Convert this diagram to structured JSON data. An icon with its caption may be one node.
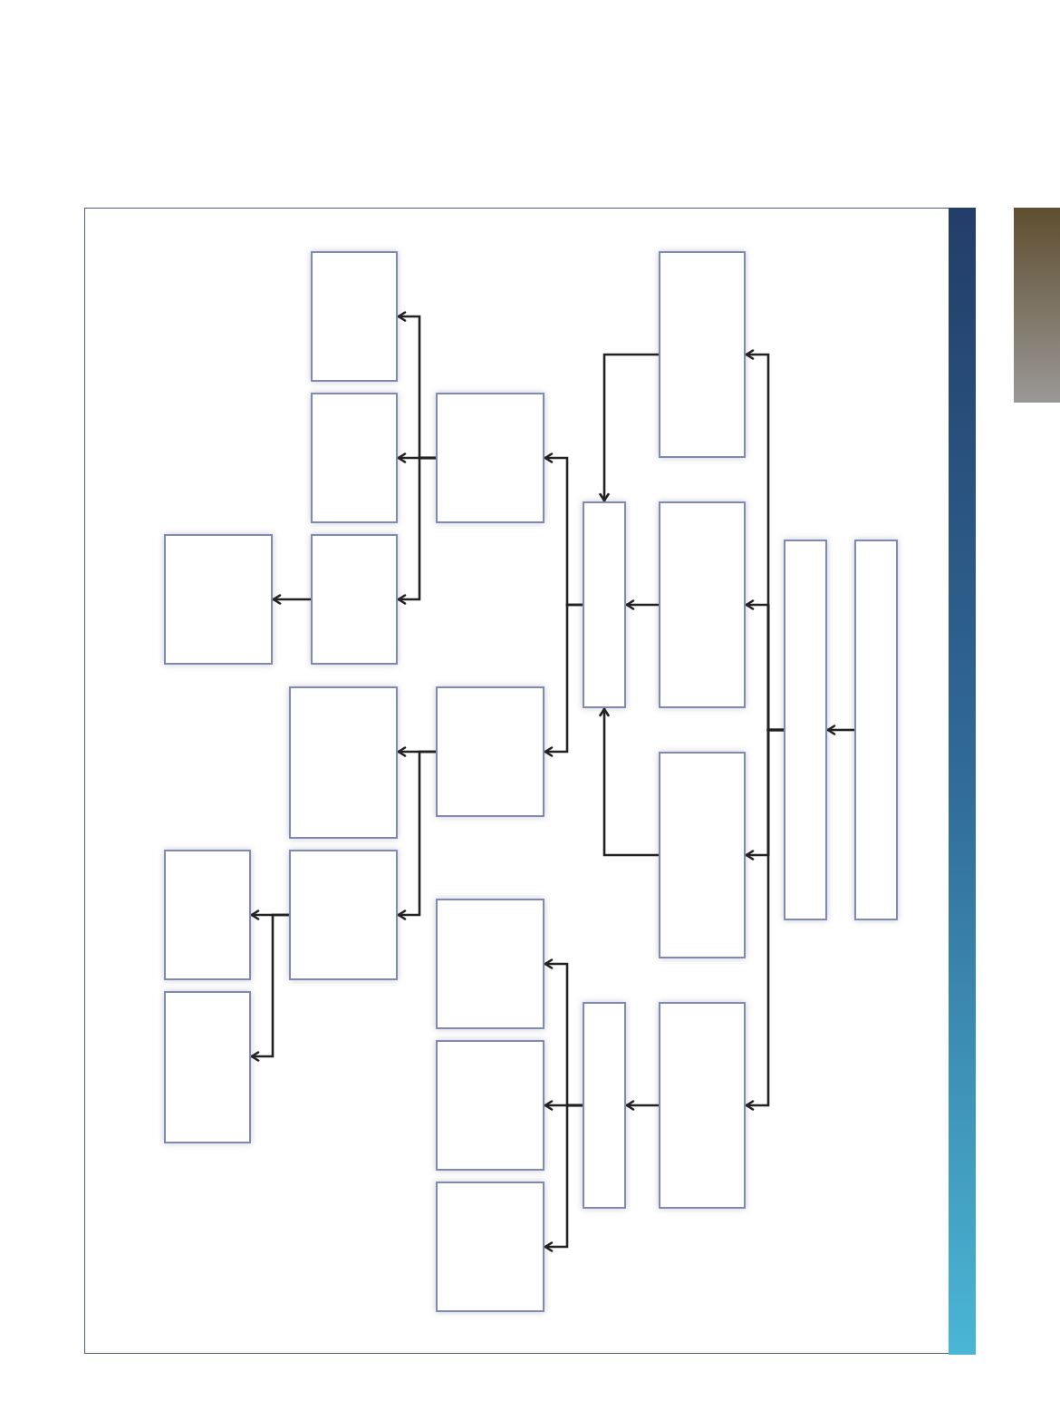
{
  "diagram": {
    "nodes": [
      {
        "text": [],
        "shape": "box"
      },
      {
        "text": [],
        "shape": "box"
      },
      {
        "text": [],
        "shape": "box"
      },
      {
        "text": [],
        "shape": "box"
      },
      {
        "text": [],
        "shape": "box"
      },
      {
        "text": [],
        "shape": "box"
      },
      {
        "text": [],
        "shape": "box"
      },
      {
        "text": [],
        "shape": "box"
      },
      {
        "text": [],
        "shape": "box"
      },
      {
        "text": [],
        "shape": "box"
      },
      {
        "text": [],
        "shape": "box"
      },
      {
        "text": [],
        "shape": "box"
      },
      {
        "text": [],
        "shape": "box"
      },
      {
        "text": [],
        "shape": "box"
      },
      {
        "text": [],
        "shape": "box"
      },
      {
        "text": [],
        "shape": "box"
      },
      {
        "text": [],
        "shape": "box"
      },
      {
        "text": [],
        "shape": "box"
      },
      {
        "text": [],
        "shape": "box"
      },
      {
        "text": [],
        "shape": "box"
      },
      {
        "text": [],
        "shape": "box"
      }
    ],
    "edges": [
      {
        "from": 0,
        "to": 1,
        "arrow": "to"
      },
      {
        "from": 1,
        "to": 2,
        "arrow": "to"
      },
      {
        "from": 1,
        "to": 3,
        "arrow": "to"
      },
      {
        "from": 1,
        "to": 4,
        "arrow": "to"
      },
      {
        "from": 1,
        "to": 5,
        "arrow": "to"
      },
      {
        "from": 2,
        "to": 6,
        "arrow": "to"
      },
      {
        "from": 3,
        "to": 6,
        "arrow": "to"
      },
      {
        "from": 4,
        "to": 6,
        "arrow": "to"
      },
      {
        "from": 5,
        "to": 7,
        "arrow": "to"
      },
      {
        "from": 6,
        "to": 8,
        "arrow": "to"
      },
      {
        "from": 6,
        "to": 9,
        "arrow": "to"
      },
      {
        "from": 7,
        "to": 10,
        "arrow": "to"
      },
      {
        "from": 7,
        "to": 11,
        "arrow": "to"
      },
      {
        "from": 7,
        "to": 12,
        "arrow": "to"
      },
      {
        "from": 8,
        "to": 13,
        "arrow": "to"
      },
      {
        "from": 8,
        "to": 14,
        "arrow": "to"
      },
      {
        "from": 8,
        "to": 15,
        "arrow": "to"
      },
      {
        "from": 15,
        "to": 16,
        "arrow": "to"
      },
      {
        "from": 9,
        "to": 17,
        "arrow": "to"
      },
      {
        "from": 9,
        "to": 18,
        "arrow": "to"
      },
      {
        "from": 18,
        "to": 19,
        "arrow": "to"
      },
      {
        "from": 18,
        "to": 20,
        "arrow": "to"
      }
    ]
  }
}
